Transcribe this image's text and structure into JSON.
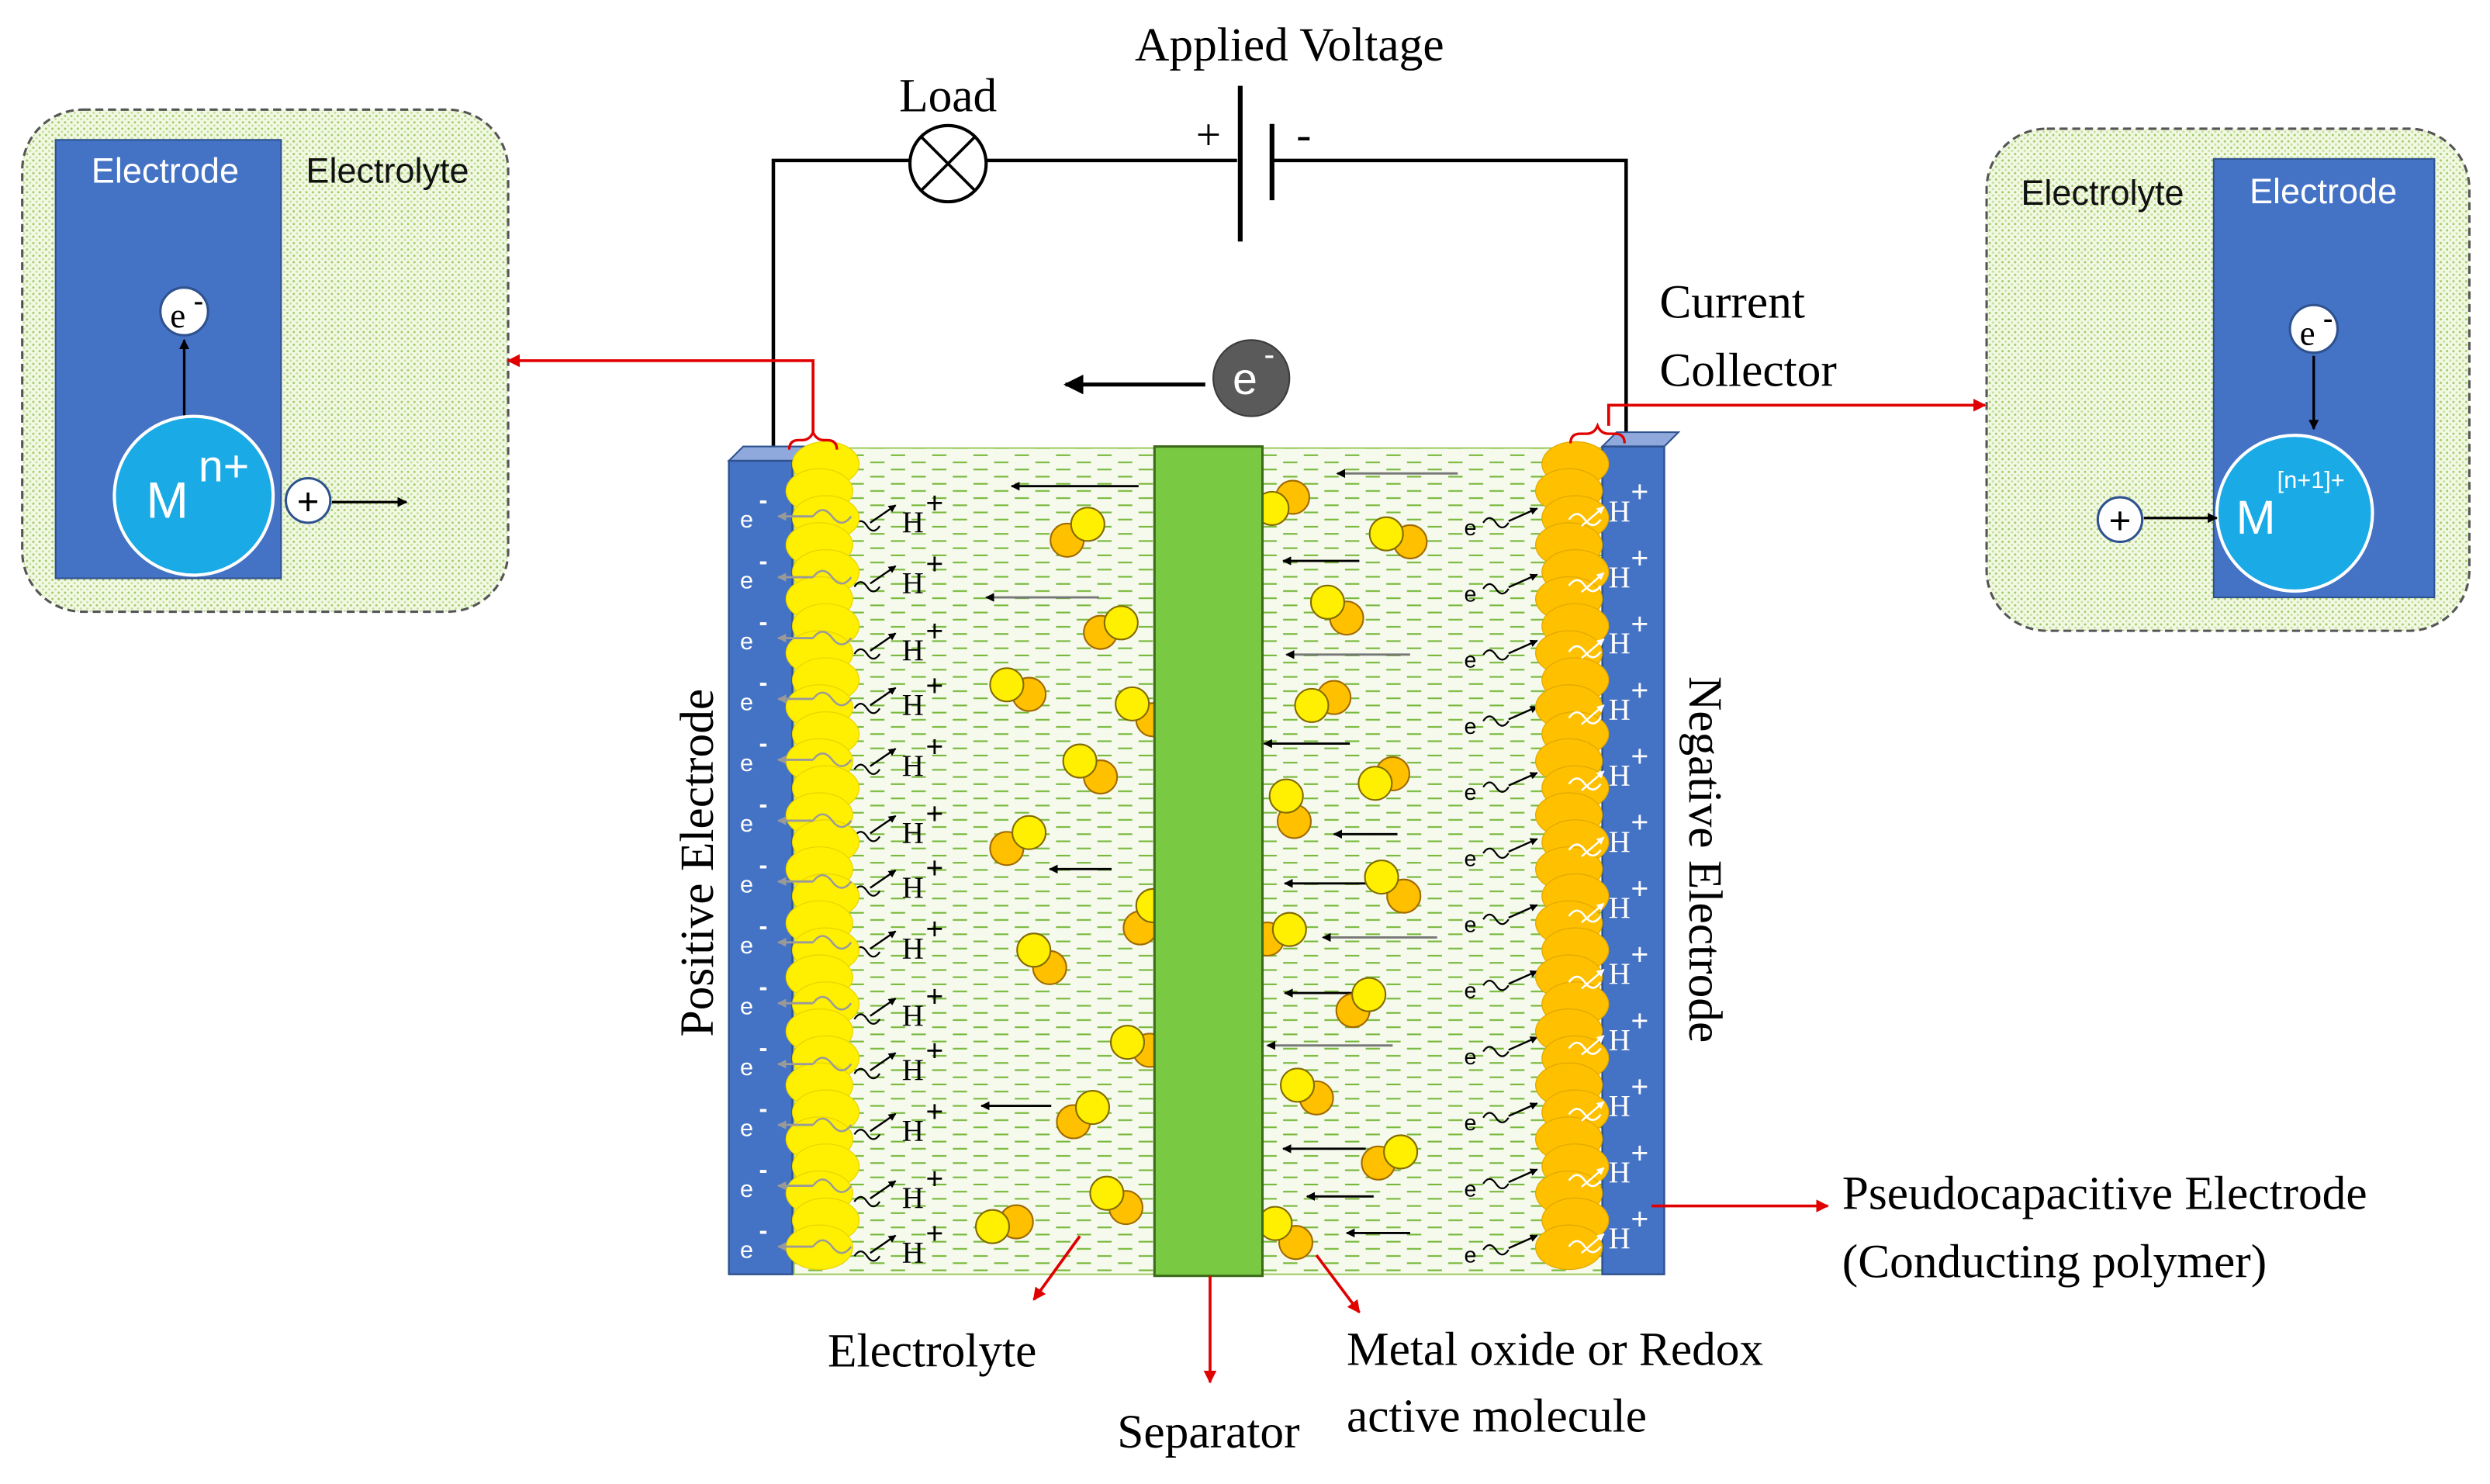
{
  "circuit": {
    "applied_voltage_label": "Applied Voltage",
    "load_label": "Load",
    "plus_sign": "+",
    "minus_sign": "-",
    "current_collector_label": [
      "Current",
      "Collector"
    ],
    "electron_symbol": "e",
    "electron_charge": "-"
  },
  "cell": {
    "positive_electrode_label": "Positive Electrode",
    "negative_electrode_label": "Negative Electrode",
    "electrolyte_label": "Electrolyte",
    "separator_label": "Separator",
    "metal_oxide_label": [
      "Metal oxide or Redox",
      "active molecule"
    ],
    "pseudocapacitive_label": [
      "Pseudocapacitive Electrode",
      "(Conducting polymer)"
    ],
    "proton_symbol": "H",
    "proton_charge": "+",
    "electron_symbol": "e",
    "electron_charge": "-",
    "plus_charge": "+",
    "minus_charge": "-"
  },
  "left_inset": {
    "electrode_label": "Electrode",
    "electrolyte_label": "Electrolyte",
    "electron_symbol": "e",
    "electron_charge": "-",
    "metal_symbol": "M",
    "metal_charge": "n+",
    "ion_symbol": "+"
  },
  "right_inset": {
    "electrode_label": "Electrode",
    "electrolyte_label": "Electrolyte",
    "electron_symbol": "e",
    "electron_charge": "-",
    "metal_symbol": "M",
    "metal_charge": "[n+1]+",
    "ion_symbol": "+"
  },
  "colors": {
    "electrode_blue": "#4472c4",
    "conducting_polymer_yellow": "#ffef00",
    "conducting_polymer_orange": "#ffc000",
    "separator_green": "#7ac943",
    "arrow_red": "#e00000",
    "ion_cyan": "#1aaae6",
    "electrolyte_fill": "#f3f9e6"
  }
}
